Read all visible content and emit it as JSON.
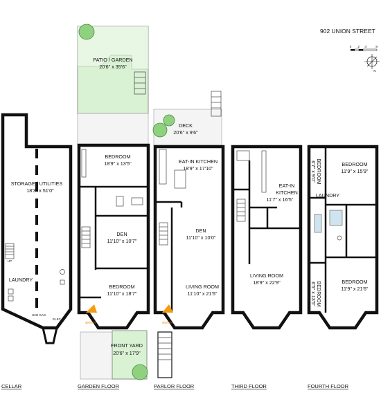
{
  "title": "902 UNION STREET",
  "scale": {
    "ticks": [
      "0",
      "2'",
      "4'",
      "8'"
    ]
  },
  "compass": {
    "label": "N"
  },
  "colors": {
    "landscape": "#d9f2d4",
    "wall": "#111111",
    "entry": "#f39c12"
  },
  "floors": {
    "cellar": {
      "label": "CELLAR",
      "rooms": [
        {
          "name": "STORAGE / UTILITIES",
          "dims": "18'3\" x 51'0\""
        },
        {
          "name": "LAUNDRY",
          "dims": ""
        }
      ],
      "small": {
        "up": "UP",
        "h2o": "H2O\nGAS",
        "elec": "ELEC"
      }
    },
    "garden": {
      "label": "GARDEN FLOOR",
      "rooms": [
        {
          "name": "PATIO / GARDEN",
          "dims": "20'6\" x 35'6\""
        },
        {
          "name": "BEDROOM",
          "dims": "18'9\" x 13'5\""
        },
        {
          "name": "DEN",
          "dims": "11'10\" x 10'7\""
        },
        {
          "name": "BEDROOM",
          "dims": "11'10\" x 18'7\""
        },
        {
          "name": "FRONT YARD",
          "dims": "20'6\" x 17'9\""
        }
      ],
      "entry": "ENTRY"
    },
    "parlor": {
      "label": "PARLOR FLOOR",
      "rooms": [
        {
          "name": "DECK",
          "dims": "20'6\" x 9'6\""
        },
        {
          "name": "EAT-IN KITCHEN",
          "dims": "18'9\" x 17'10\""
        },
        {
          "name": "DEN",
          "dims": "11'10\" x 10'0\""
        },
        {
          "name": "LIVING ROOM",
          "dims": "11'10\" x 21'6\""
        }
      ],
      "entry": "ENTRY"
    },
    "third": {
      "label": "THIRD FLOOR",
      "rooms": [
        {
          "name": "EAT-IN",
          "name2": "KITCHEN",
          "dims": "11'7\" x 16'5\""
        },
        {
          "name": "LIVING ROOM",
          "dims": "18'9\" x 22'9\""
        }
      ]
    },
    "fourth": {
      "label": "FOURTH FLOOR",
      "rooms": [
        {
          "name": "BEDROOM",
          "dims": "11'9\" x 15'9\""
        },
        {
          "name": "BEDROOM",
          "dims": "6'7\" x 9'0\""
        },
        {
          "name": "LAUNDRY",
          "dims": ""
        },
        {
          "name": "BEDROOM",
          "dims": "6'5\" x 13'5\""
        },
        {
          "name": "BEDROOM",
          "dims": "11'9\" x 21'6\""
        }
      ]
    }
  }
}
